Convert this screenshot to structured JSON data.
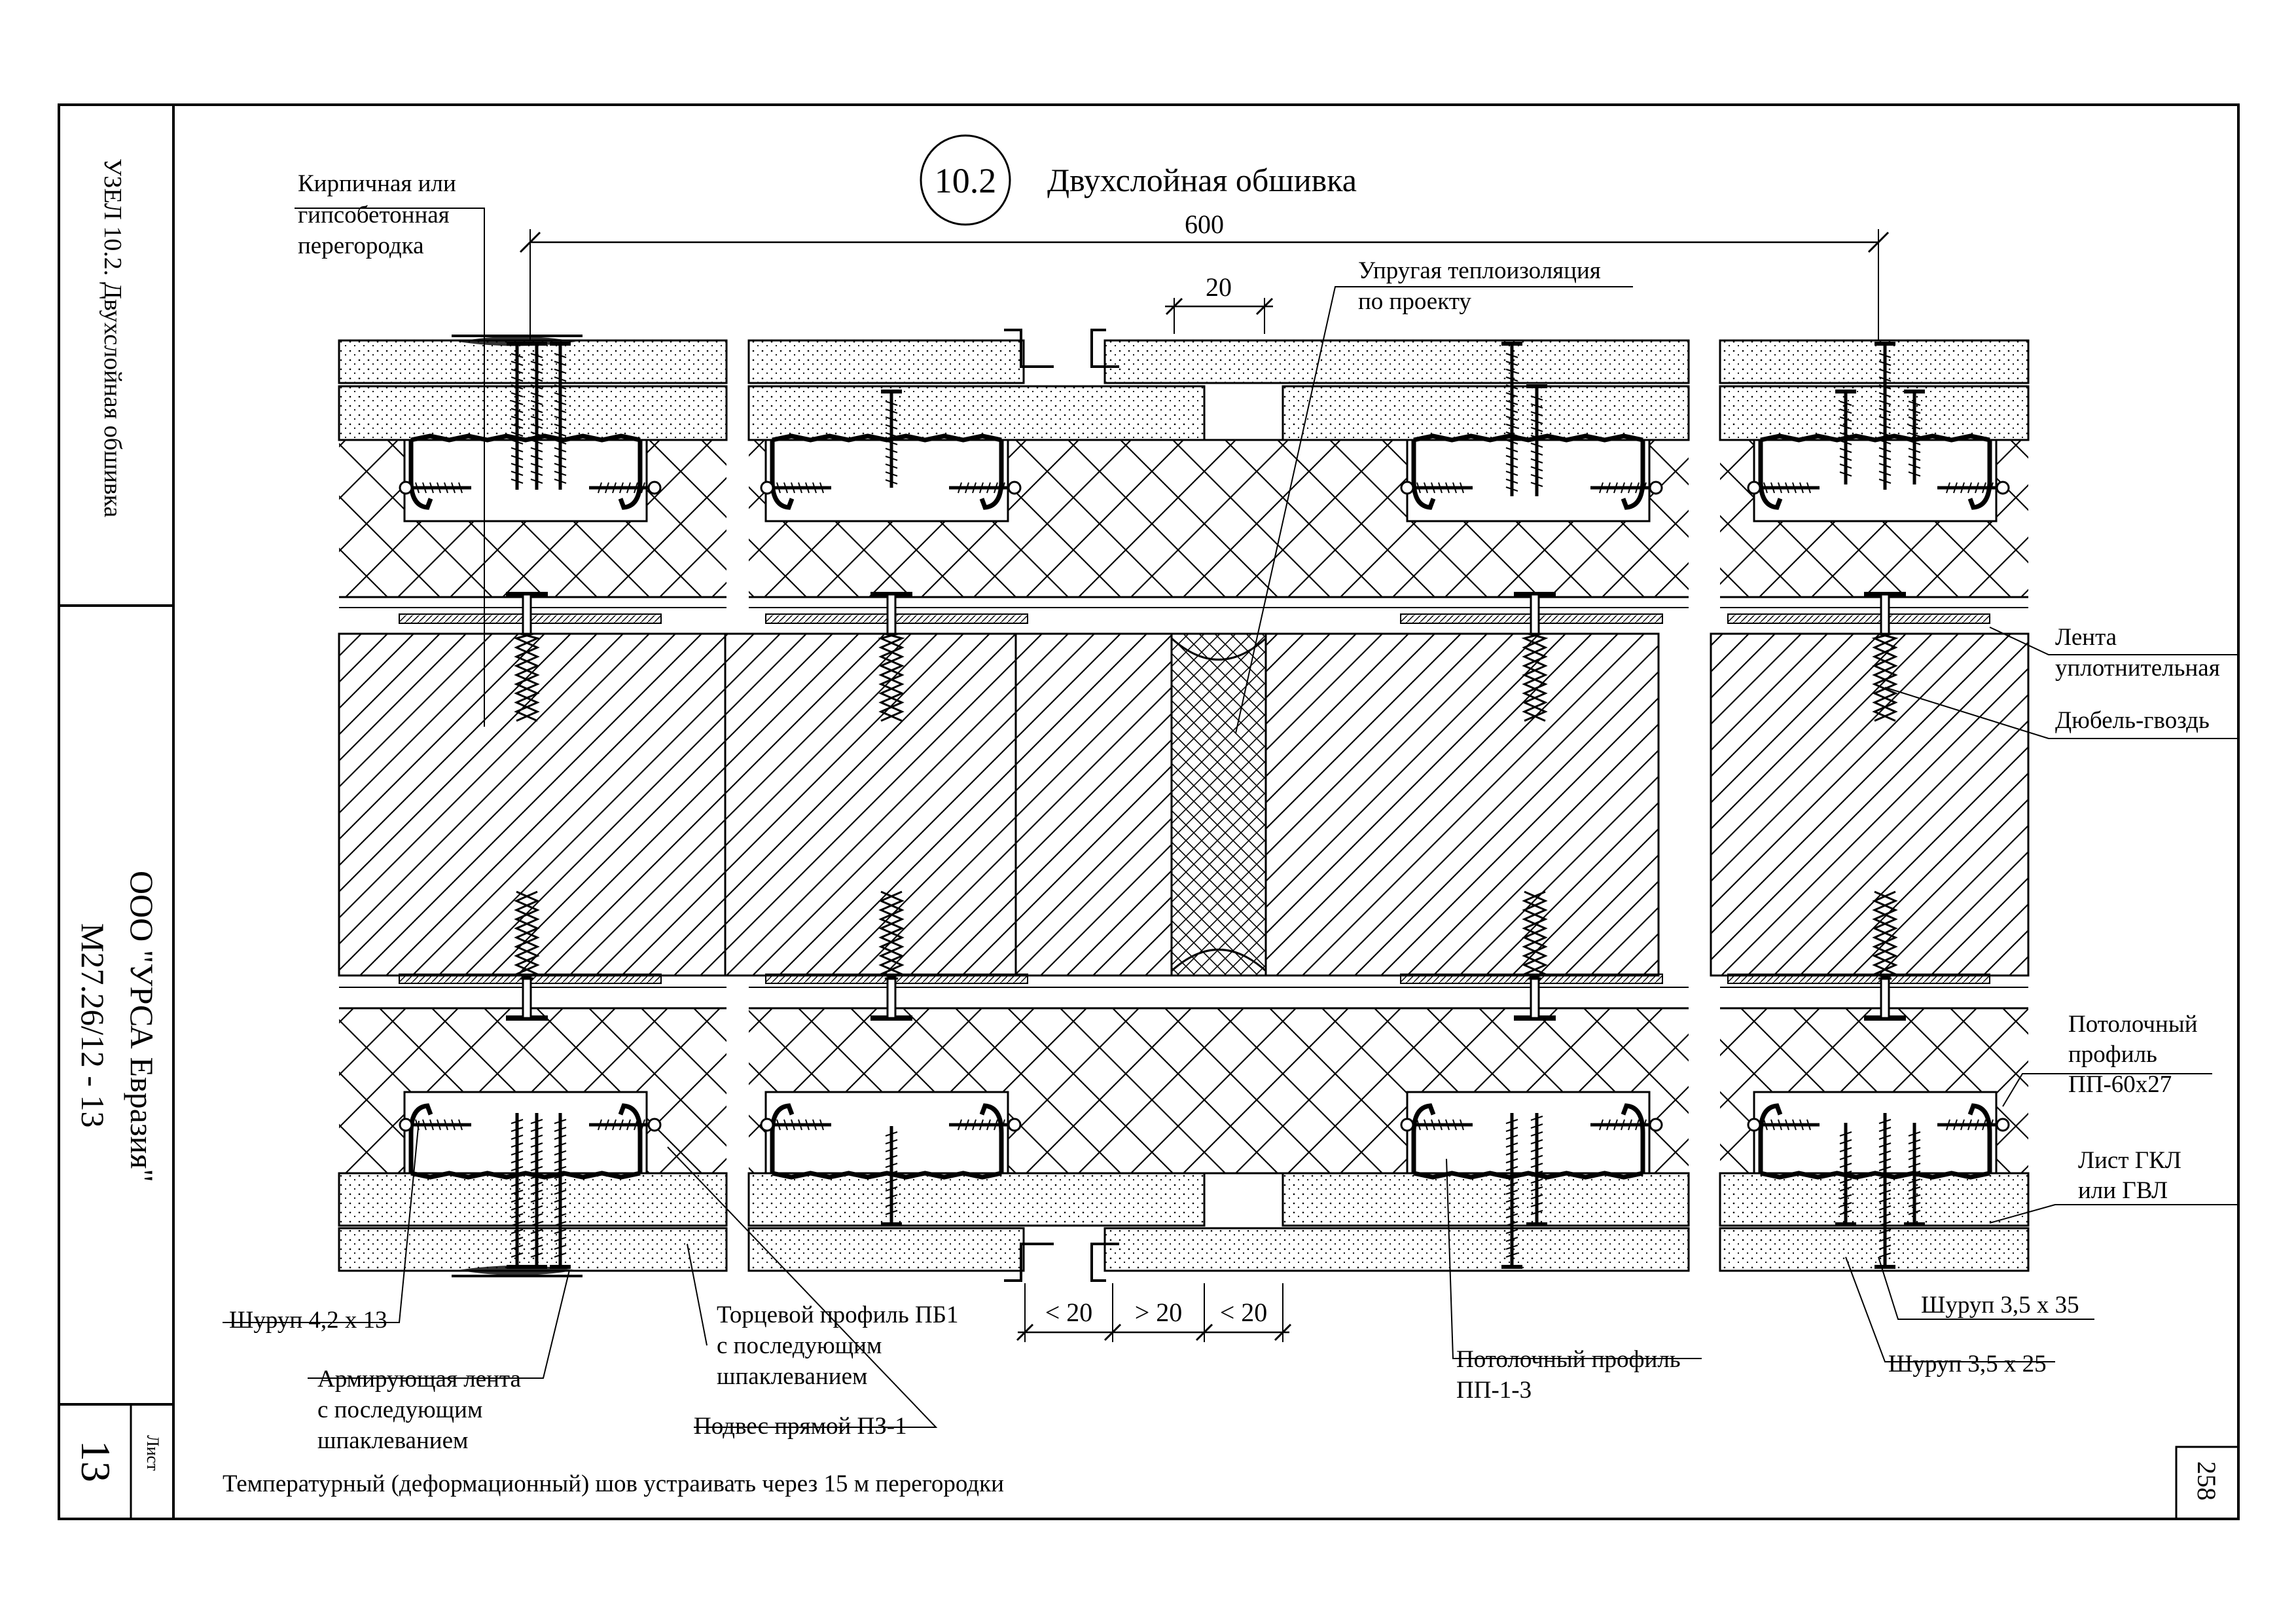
{
  "drawing": {
    "node_number": "10.2",
    "title": "Двухслойная обшивка",
    "note": "Температурный (деформационный) шов устраивать через 15 м перегородки"
  },
  "title_block": {
    "node_caption": "УЗЕЛ 10.2. Двухслойная обшивка",
    "company": "ООО \"УРСА Евразия\"",
    "doc_code": "М27.26/12 - 13",
    "sheet_label": "Лист",
    "sheet_number": "13",
    "page_number": "258"
  },
  "dimensions": {
    "span": "600",
    "gap_top": "20",
    "lt20_left": "< 20",
    "gt20": "> 20",
    "lt20_right": "< 20"
  },
  "labels": {
    "brick_partition": [
      "Кирпичная или",
      "гипсобетонная",
      "перегородка"
    ],
    "elastic_insulation": [
      "Упругая теплоизоляция",
      "по проекту"
    ],
    "sealing_tape": [
      "Лента",
      "уплотнительная"
    ],
    "dowel_nail": "Дюбель-гвоздь",
    "ceiling_profile_pp60": [
      "Потолочный",
      "профиль",
      "ПП-60х27"
    ],
    "gkl_sheet": [
      "Лист ГКЛ",
      "или ГВЛ"
    ],
    "screw_35x35": "Шуруп 3,5 х 35",
    "screw_35x25": "Шуруп 3,5 х 25",
    "ceiling_profile_pp13": [
      "Потолочный профиль",
      "ПП-1-3"
    ],
    "screw_42x13": "Шуруп 4,2 х 13",
    "reinforcing_tape": [
      "Армирующая лента",
      "с последующим",
      "шпаклеванием"
    ],
    "end_profile_pb1": [
      "Торцевой профиль ПБ1",
      "с последующим",
      "шпаклеванием"
    ],
    "direct_hanger": "Подвес прямой ПЗ-1"
  }
}
